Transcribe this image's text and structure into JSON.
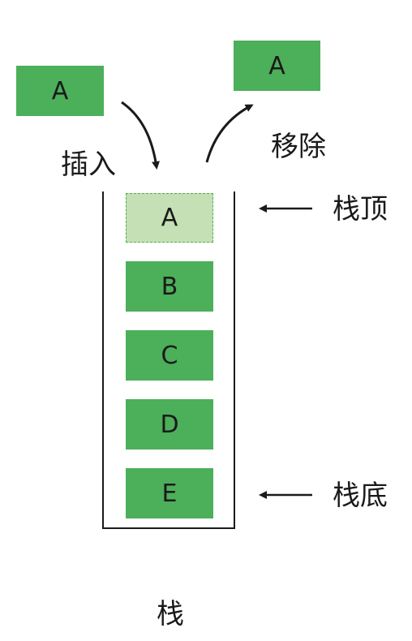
{
  "incoming_block": "A",
  "removed_block": "A",
  "insert_label": "插入",
  "remove_label": "移除",
  "stack_items": [
    "A",
    "B",
    "C",
    "D",
    "E"
  ],
  "stack_top_label": "栈顶",
  "stack_bottom_label": "栈底",
  "stack_caption": "栈",
  "colors": {
    "block": "#4caf5a",
    "top_slot_fill": "#c5e0b4",
    "line": "#1a1a1a"
  }
}
